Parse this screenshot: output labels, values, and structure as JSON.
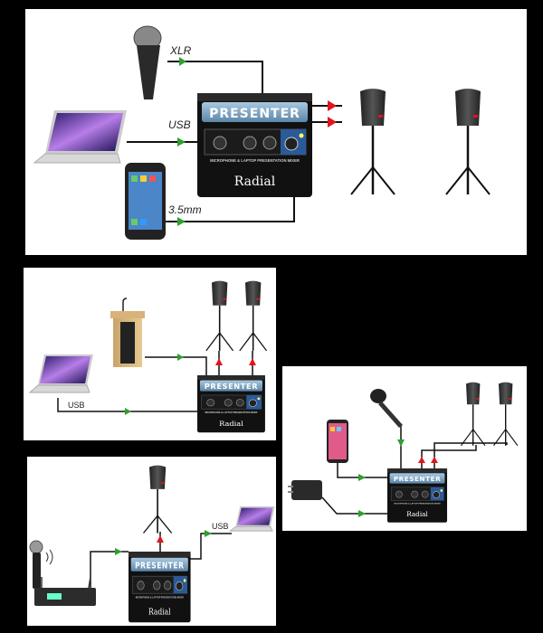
{
  "diagram": {
    "product_name": "PRESENTER",
    "product_subtitle": "MICROPHONE & LAPTOP PRESENTATION MIXER",
    "brand": "Radial",
    "colors": {
      "input_arrow": "#2fa02f",
      "output_arrow": "#e0151b",
      "panel_bg": "#ffffff",
      "background": "#000000"
    },
    "panels": [
      {
        "name": "full-setup",
        "labels": {
          "xlr": "XLR",
          "usb": "USB",
          "mini_jack": "3.5mm"
        }
      },
      {
        "name": "podium-setup",
        "labels": {
          "usb": "USB"
        }
      },
      {
        "name": "phone-mic-setup",
        "labels": {}
      },
      {
        "name": "wireless-setup",
        "labels": {
          "usb": "USB"
        }
      }
    ]
  }
}
